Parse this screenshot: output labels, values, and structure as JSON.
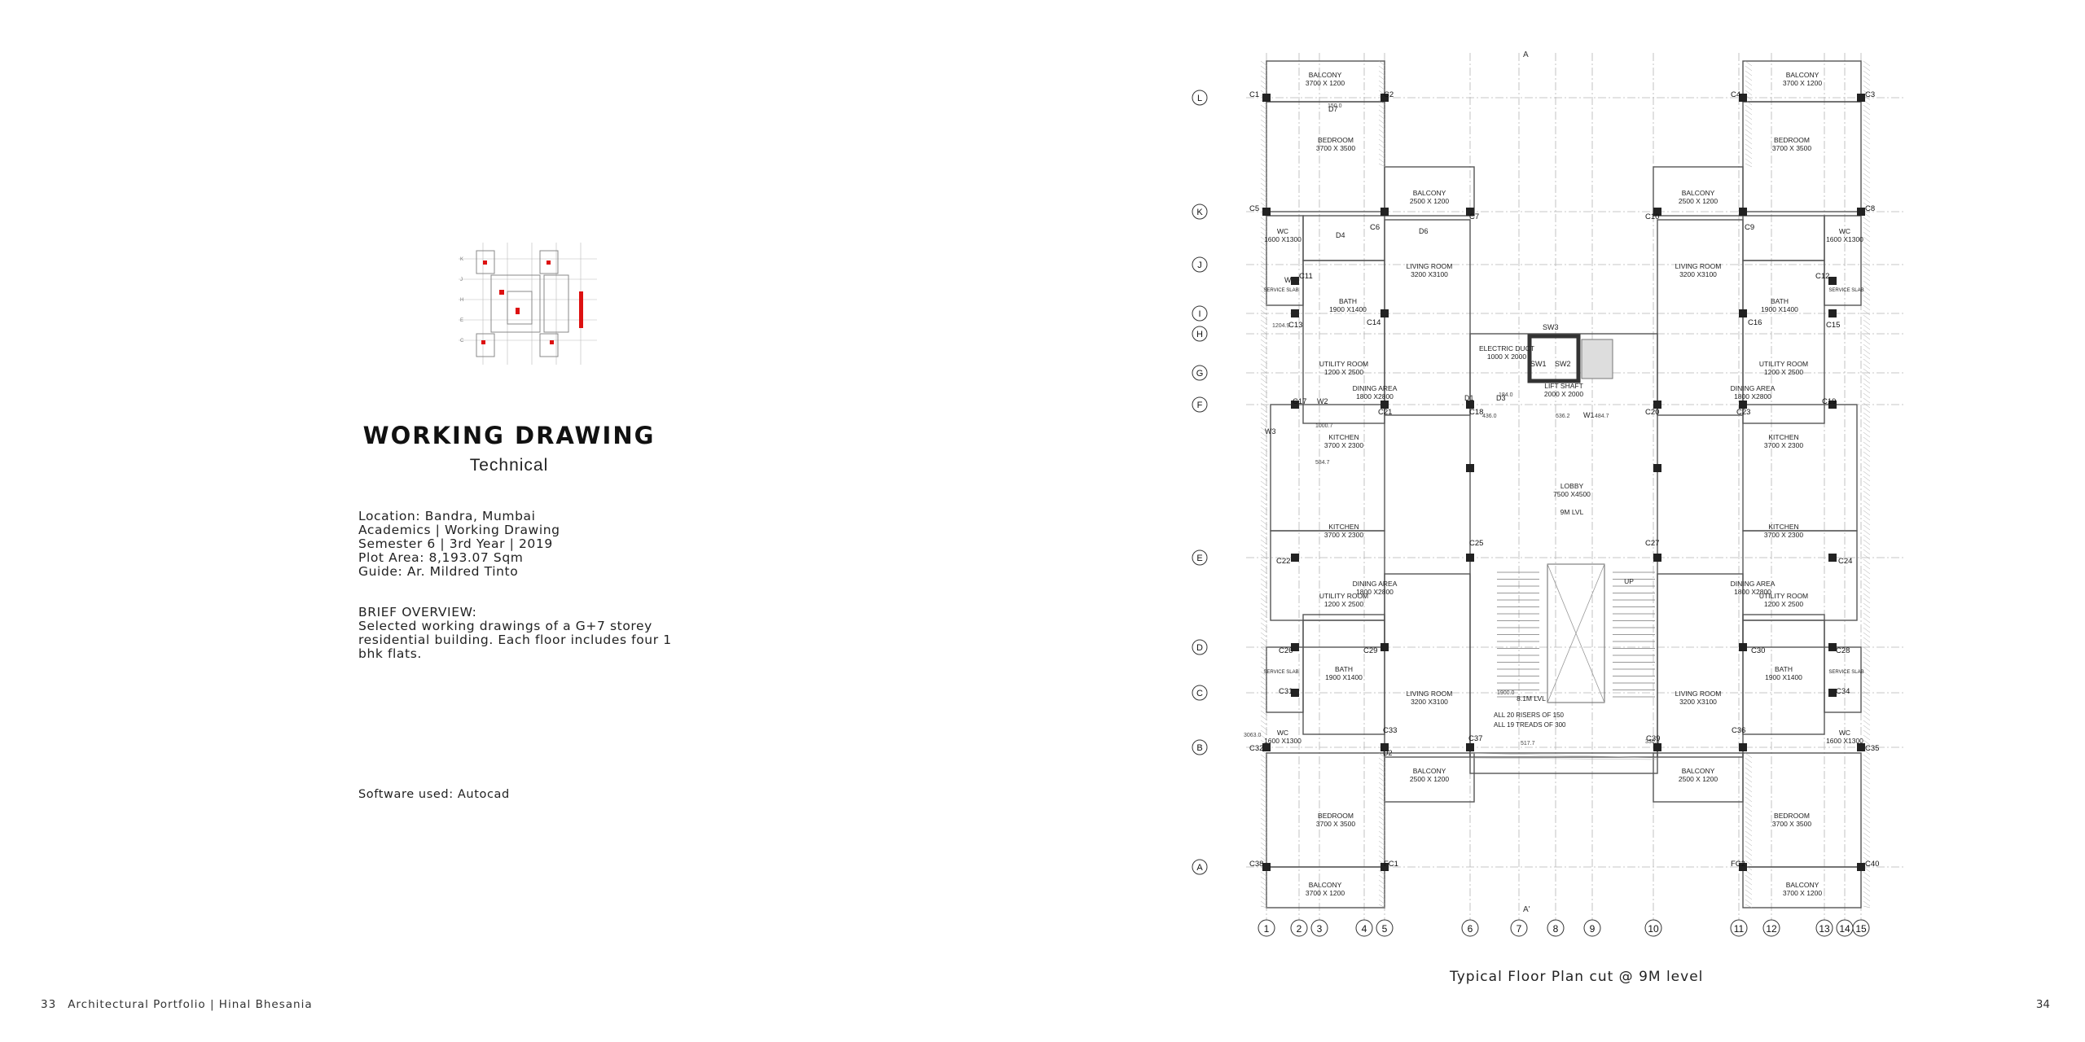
{
  "sheet": {
    "title": "WORKING DRAWING",
    "subtitle": "Technical",
    "info_lines": [
      "Location: Bandra, Mumbai",
      "Academics  |  Working Drawing",
      "Semester 6  |  3rd Year  |  2019",
      "Plot Area: 8,193.07 Sqm",
      "Guide: Ar. Mildred Tinto"
    ],
    "brief_heading": "BRIEF OVERVIEW:",
    "brief_text": "Selected working drawings of a G+7 storey residential building. Each floor includes four 1 bhk flats.",
    "software": "Software used: Autocad"
  },
  "footer": {
    "left_page_number": "33",
    "left_text": "Architectural Portfolio | Hinal Bhesania",
    "right_page_number": "34"
  },
  "plan": {
    "caption": "Typical Floor Plan cut @ 9M level",
    "row_grid_labels": [
      "L",
      "K",
      "J",
      "I",
      "H",
      "G",
      "F",
      "E",
      "D",
      "C",
      "B",
      "A"
    ],
    "column_grid_labels": [
      "1",
      "2",
      "3",
      "4",
      "5",
      "6",
      "7",
      "8",
      "9",
      "10",
      "11",
      "12",
      "13",
      "14",
      "15"
    ],
    "section_marks": [
      "A",
      "A'"
    ],
    "rooms": {
      "balcony_main": "BALCONY",
      "balcony_main_size": "3700 X 1200",
      "balcony_side": "BALCONY",
      "balcony_side_size": "2500 X 1200",
      "bedroom": "BEDROOM",
      "bedroom_size": "3700 X 3500",
      "wc": "WC",
      "wc_size": "1600 X1300",
      "bath": "BATH",
      "bath_size": "1900 X1400",
      "living": "LIVING ROOM",
      "living_size": "3200 X3100",
      "utility": "UTILITY ROOM",
      "utility_size": "1200 X 2500",
      "dining": "DINING AREA",
      "dining_size": "1800 X2800",
      "kitchen": "KITCHEN",
      "kitchen_size": "3700 X 2300",
      "lobby": "LOBBY",
      "lobby_size": "7500 X4500",
      "lift": "LIFT SHAFT",
      "lift_size": "2000 X 2000",
      "duct": "ELECTRIC DUCT",
      "duct_size": "1000 X 2000",
      "service": "SERVICE SLAB"
    },
    "level_tags": {
      "lobby_level": "9M LVL",
      "stair_level": "8.1M LVL"
    },
    "stair_notes": [
      "ALL 20 RISERS OF 150",
      "ALL 19 TREADS OF 300"
    ],
    "up_label": "UP",
    "door_window_tags": [
      "D1",
      "D2",
      "D3",
      "D4",
      "D6",
      "D7",
      "W1",
      "W2",
      "W3",
      "W4",
      "SW1",
      "SW2",
      "SW3"
    ],
    "column_tags_left": [
      "C1",
      "C2",
      "C5",
      "C6",
      "C7",
      "C11",
      "C13",
      "C14",
      "C17",
      "C18",
      "C21",
      "C22",
      "C25",
      "C26",
      "C29",
      "C31",
      "C32",
      "C33",
      "C37",
      "C38",
      "FC1"
    ],
    "column_tags_right": [
      "C3",
      "C4",
      "C8",
      "C9",
      "C10",
      "C12",
      "C15",
      "C16",
      "C19",
      "C20",
      "C23",
      "C24",
      "C27",
      "C28",
      "C30",
      "C34",
      "C35",
      "C36",
      "C39",
      "C40",
      "FC2"
    ],
    "dimension_labels": [
      "150.0",
      "1204.9",
      "1000.7",
      "584.7",
      "484.7",
      "436.0",
      "184.0",
      "330.3",
      "517.7",
      "536.2",
      "1900.0",
      "3063.0"
    ]
  }
}
